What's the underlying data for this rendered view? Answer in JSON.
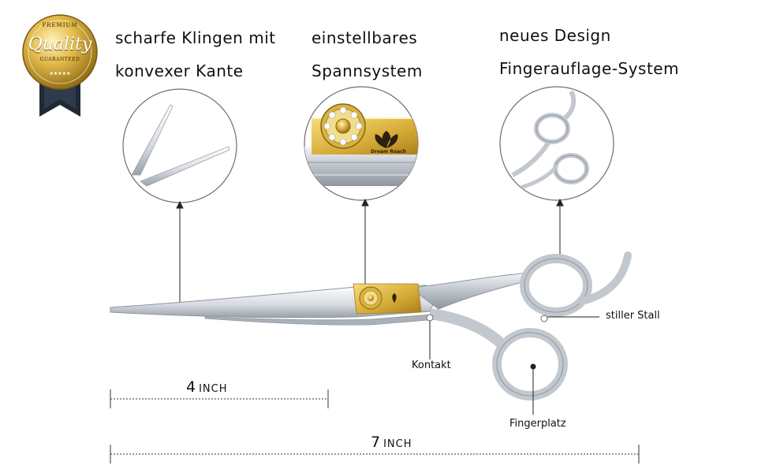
{
  "badge": {
    "top_text": "PREMIUM",
    "main_text": "Quality",
    "sub_text": "GUARANTEED",
    "stars": "★★★★★"
  },
  "features": [
    {
      "line1": "scharfe Klingen mit",
      "line2": "konvexer Kante"
    },
    {
      "line1": "einstellbares",
      "line2": "Spannsystem"
    },
    {
      "line1": "neues Design",
      "line2": "Fingerauflage-System"
    }
  ],
  "callouts": {
    "stall": "stiller Stall",
    "contact": "Kontakt",
    "finger_rest": "Fingerplatz"
  },
  "screw_logo_text": "Dream Reach",
  "dimensions": {
    "short": {
      "value": "4",
      "unit": "INCH"
    },
    "long": {
      "value": "7",
      "unit": "INCH"
    }
  },
  "colors": {
    "gold": "#c9a12f",
    "steel": "#b9bfc6",
    "ribbon": "#1f2a36"
  }
}
